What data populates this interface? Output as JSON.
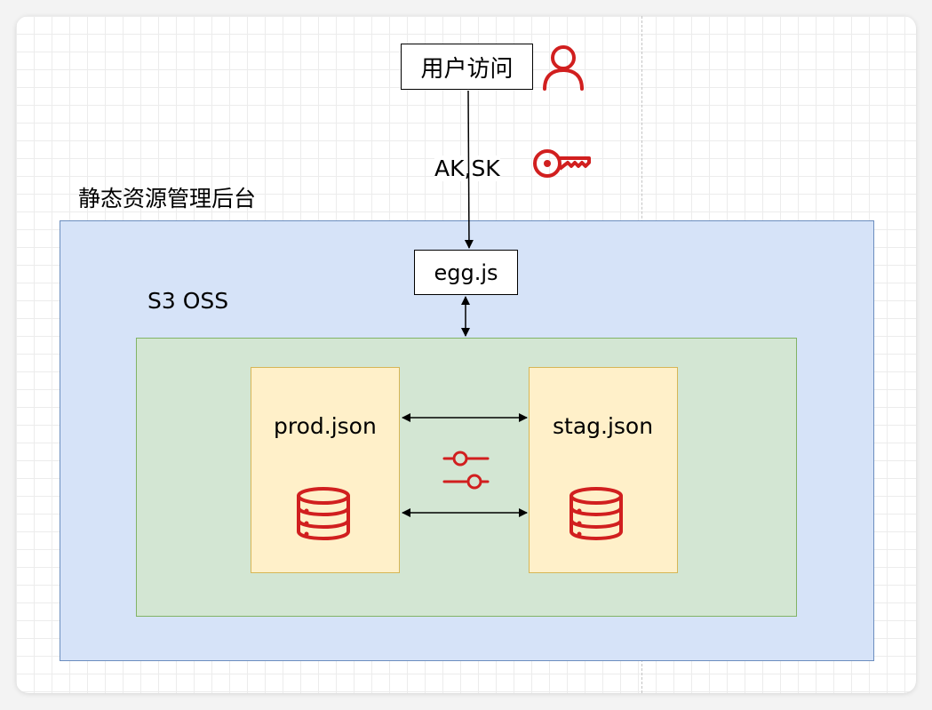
{
  "user_access": {
    "label": "用户访问"
  },
  "credentials": {
    "label": "AK,SK"
  },
  "backend": {
    "title": "静态资源管理后台"
  },
  "egg": {
    "label": "egg.js"
  },
  "oss": {
    "title": "S3 OSS"
  },
  "prod": {
    "label": "prod.json"
  },
  "stag": {
    "label": "stag.json"
  },
  "colors": {
    "icon_red": "#d11f1f",
    "backend_fill": "#d6e3f8",
    "backend_stroke": "#6c8ebf",
    "oss_fill": "#d3e6d3",
    "oss_stroke": "#82b366",
    "json_fill": "#fff0c9",
    "json_stroke": "#d6b656"
  },
  "icons": [
    "user-icon",
    "key-icon",
    "sliders-icon",
    "database-icon"
  ]
}
